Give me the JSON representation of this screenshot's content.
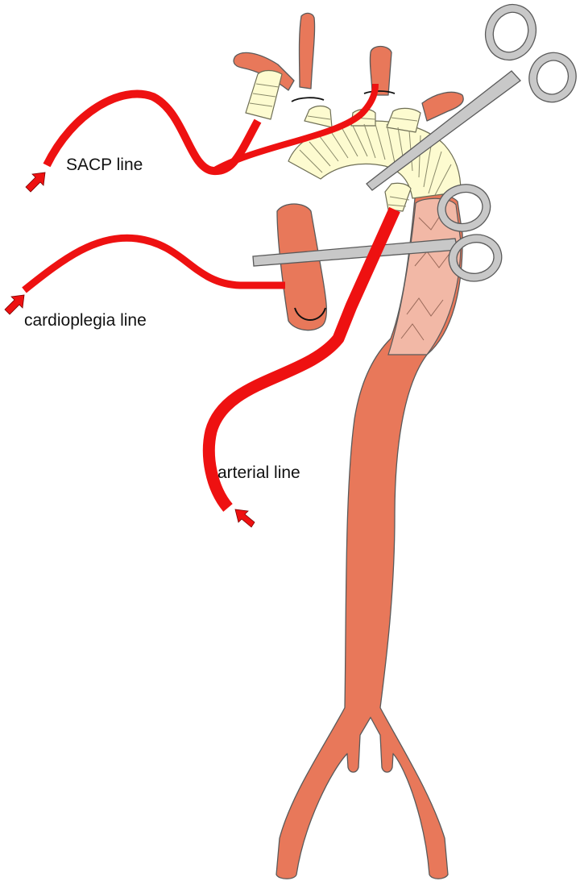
{
  "labels": {
    "sacp": "SACP line",
    "cardioplegia": "cardioplegia line",
    "arterial": "arterial line"
  },
  "colors": {
    "aorta": "#e8785a",
    "stented_segment": "#f2b8a6",
    "graft": "#fdfbd0",
    "perfusion_line": "#ee1111",
    "clamp": "#c8c8c8",
    "outline": "#5a5a5a"
  },
  "icons": [
    "flow-arrow-icon",
    "clamp-icon"
  ]
}
